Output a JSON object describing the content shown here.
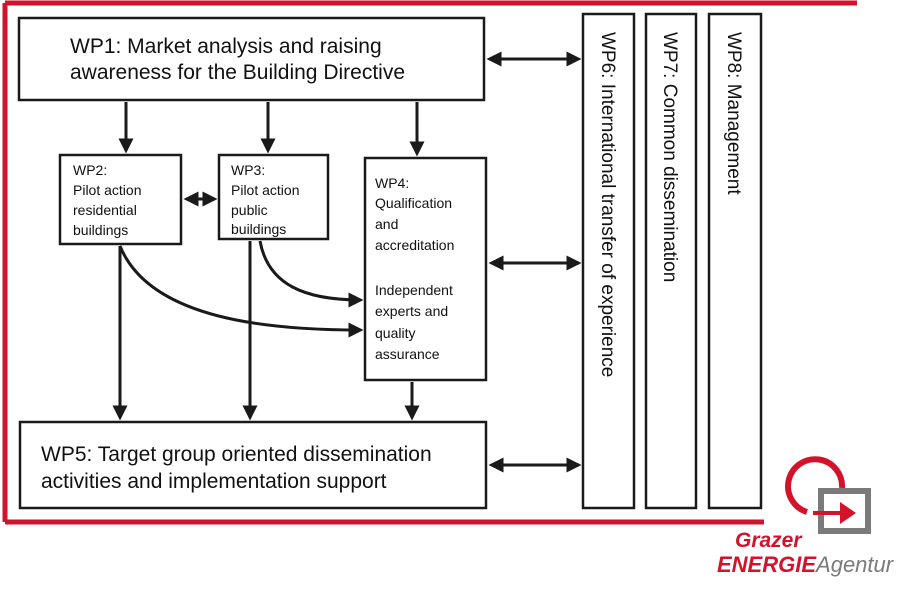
{
  "colors": {
    "frame": "#d3132b",
    "ink": "#1a1a1a",
    "logo_gray": "#7a7a7a"
  },
  "wp1": {
    "line1": "WP1: Market analysis and raising",
    "line2": "awareness for the Building Directive"
  },
  "wp2": {
    "line1": "WP2:",
    "line2": "Pilot action",
    "line3": "residential",
    "line4": "buildings"
  },
  "wp3": {
    "line1": "WP3:",
    "line2": "Pilot action",
    "line3": "public",
    "line4": "buildings"
  },
  "wp4": {
    "line1": "WP4:",
    "line2": "Qualification",
    "line3": "and",
    "line4": "accreditation",
    "line5": "Independent",
    "line6": "experts and",
    "line7": "quality",
    "line8": "assurance"
  },
  "wp5": {
    "line1": "WP5: Target group oriented dissemination",
    "line2": "activities and implementation support"
  },
  "wp6": {
    "label": "WP6: International transfer of experience"
  },
  "wp7": {
    "label": "WP7: Common dissemination"
  },
  "wp8": {
    "label": "WP8: Management"
  },
  "logo": {
    "line1": "Grazer",
    "line2_bold": "ENERGIE",
    "line2_rest": "Agentur",
    "icon": "arrow-in-square-icon"
  }
}
